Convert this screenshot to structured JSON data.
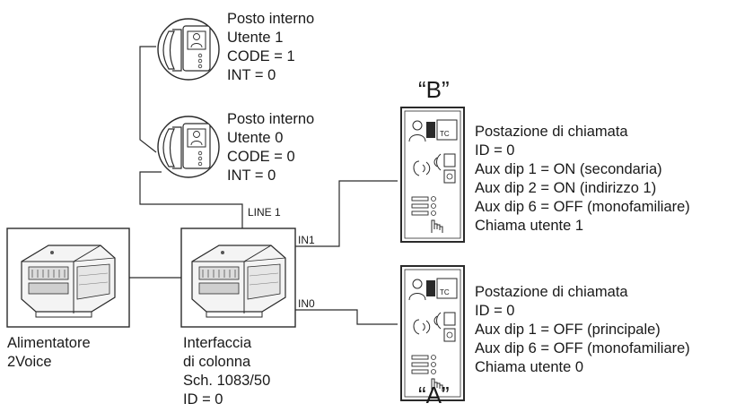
{
  "labels": {
    "posto_1": [
      "Posto interno",
      "Utente 1",
      "CODE = 1",
      "INT = 0"
    ],
    "posto_0": [
      "Posto interno",
      "Utente 0",
      "CODE = 0",
      "INT = 0"
    ],
    "line1": "LINE 1",
    "in1": "IN1",
    "in0": "IN0",
    "station_b_tag": "“B”",
    "station_a_tag": "“A”",
    "station_b": [
      "Postazione di chiamata",
      "ID = 0",
      "Aux dip 1 = ON (secondaria)",
      "Aux dip 2 = ON (indirizzo 1)",
      "Aux dip 6 = OFF (monofamiliare)",
      "Chiama utente 1"
    ],
    "station_a": [
      "Postazione di chiamata",
      "ID = 0",
      "Aux dip 1 = OFF (principale)",
      "Aux dip 6 = OFF (monofamiliare)",
      "Chiama utente 0"
    ],
    "alimentatore": [
      "Alimentatore",
      "2Voice"
    ],
    "interfaccia": [
      "Interfaccia",
      "di colonna",
      "Sch. 1083/50",
      "ID = 0"
    ],
    "panel_tc": "TC"
  },
  "colors": {
    "line": "#2a2a2a",
    "device_fill": "#ececec",
    "device_dark": "#9a9a9a"
  }
}
